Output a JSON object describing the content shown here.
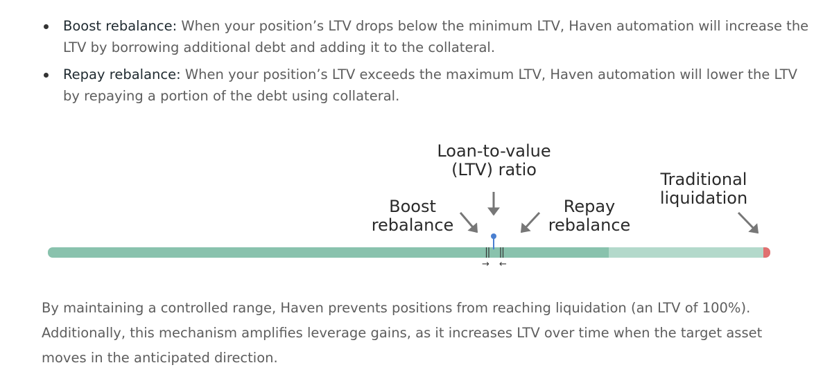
{
  "bullets": [
    {
      "term": "Boost rebalance:",
      "text": " When your position’s LTV drops below the minimum LTV, Haven automation will increase the LTV by borrowing additional debt and adding it to the collateral."
    },
    {
      "term": "Repay rebalance:",
      "text": " When your position’s LTV exceeds the maximum LTV, Haven automation will lower the LTV by repaying a portion of the debt using collateral."
    }
  ],
  "diagram": {
    "ltv_label": "Loan-to-value\n(LTV) ratio",
    "boost_label": "Boost\nrebalance",
    "repay_label": "Repay\nrebalance",
    "liquidation_label": "Traditional\nliquidation",
    "colors": {
      "safe_zone": "#89c2ad",
      "risk_zone": "#b3d9cb",
      "liquidation": "#e07070",
      "ltv_marker": "#4a7fd0",
      "arrows": "#777777"
    }
  },
  "summary": "By maintaining a controlled range, Haven prevents positions from reaching liquidation (an LTV of 100%). Additionally, this mechanism amplifies leverage gains, as it increases LTV over time when the target asset moves in the anticipated direction."
}
